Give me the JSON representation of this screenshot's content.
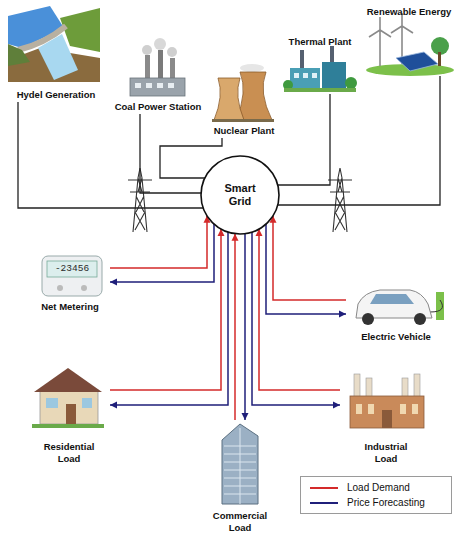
{
  "diagram": {
    "nodes": [
      {
        "text": [
          "Hydel Generation"
        ]
      },
      {
        "text": [
          "Coal Power Station"
        ]
      },
      {
        "text": [
          "Nuclear Plant"
        ]
      },
      {
        "text": [
          "Thermal Plant"
        ]
      },
      {
        "text": [
          "Renewable Energy"
        ]
      },
      {
        "text": [
          "Smart Grid"
        ]
      },
      {
        "text": [
          "Net Metering"
        ]
      },
      {
        "text": [
          "Electric Vehicle"
        ]
      },
      {
        "text": [
          "Residential Load"
        ]
      },
      {
        "text": [
          "Commercial Load"
        ]
      },
      {
        "text": [
          "Industrial Load"
        ]
      }
    ],
    "edges": [
      {
        "from": 0,
        "to": 5,
        "arrow": "none"
      },
      {
        "from": 1,
        "to": 5,
        "arrow": "none"
      },
      {
        "from": 2,
        "to": 5,
        "arrow": "none"
      },
      {
        "from": 3,
        "to": 5,
        "arrow": "none"
      },
      {
        "from": 4,
        "to": 5,
        "arrow": "none"
      },
      {
        "from": 6,
        "to": 5,
        "arrow": "to"
      },
      {
        "from": 5,
        "to": 6,
        "arrow": "to"
      },
      {
        "from": 7,
        "to": 5,
        "arrow": "to"
      },
      {
        "from": 5,
        "to": 7,
        "arrow": "to"
      },
      {
        "from": 8,
        "to": 5,
        "arrow": "to"
      },
      {
        "from": 5,
        "to": 8,
        "arrow": "to"
      },
      {
        "from": 9,
        "to": 5,
        "arrow": "to"
      },
      {
        "from": 5,
        "to": 9,
        "arrow": "to"
      },
      {
        "from": 10,
        "to": 5,
        "arrow": "to"
      },
      {
        "from": 5,
        "to": 10,
        "arrow": "to"
      }
    ],
    "labels": [
      "-23456"
    ],
    "legend": [
      {
        "text": "Load Demand"
      },
      {
        "text": "Price Forecasting"
      }
    ]
  }
}
